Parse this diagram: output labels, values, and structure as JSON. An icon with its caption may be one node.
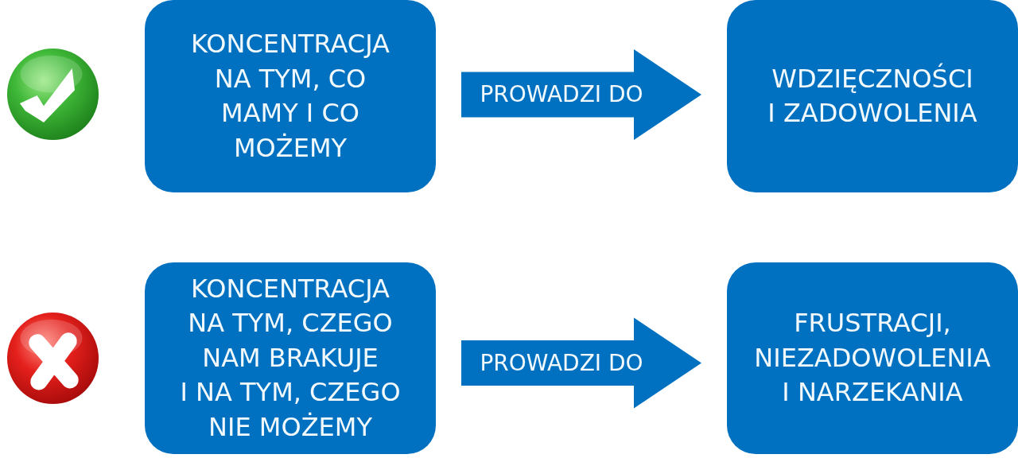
{
  "diagram": {
    "nodes": [
      {
        "text": [
          "KONCENTRACJA NA TYM, CO MAMY I CO MOŻEMY"
        ]
      },
      {
        "text": [
          "WDZIĘCZNOŚCI I ZADOWOLENIA"
        ]
      },
      {
        "text": [
          "KONCENTRACJA NA TYM, CZEGO NAM BRAKUJE I NA TYM, CZEGO NIE MOŻEMY"
        ]
      },
      {
        "text": [
          "FRUSTRACJI, NIEZADOWOLENIA I NARZEKANIA"
        ]
      }
    ],
    "edges": [
      {
        "from": 0,
        "to": 1,
        "arrow": "to",
        "label": "PROWADZI DO"
      },
      {
        "from": 2,
        "to": 3,
        "arrow": "to",
        "label": "PROWADZI DO"
      }
    ]
  }
}
